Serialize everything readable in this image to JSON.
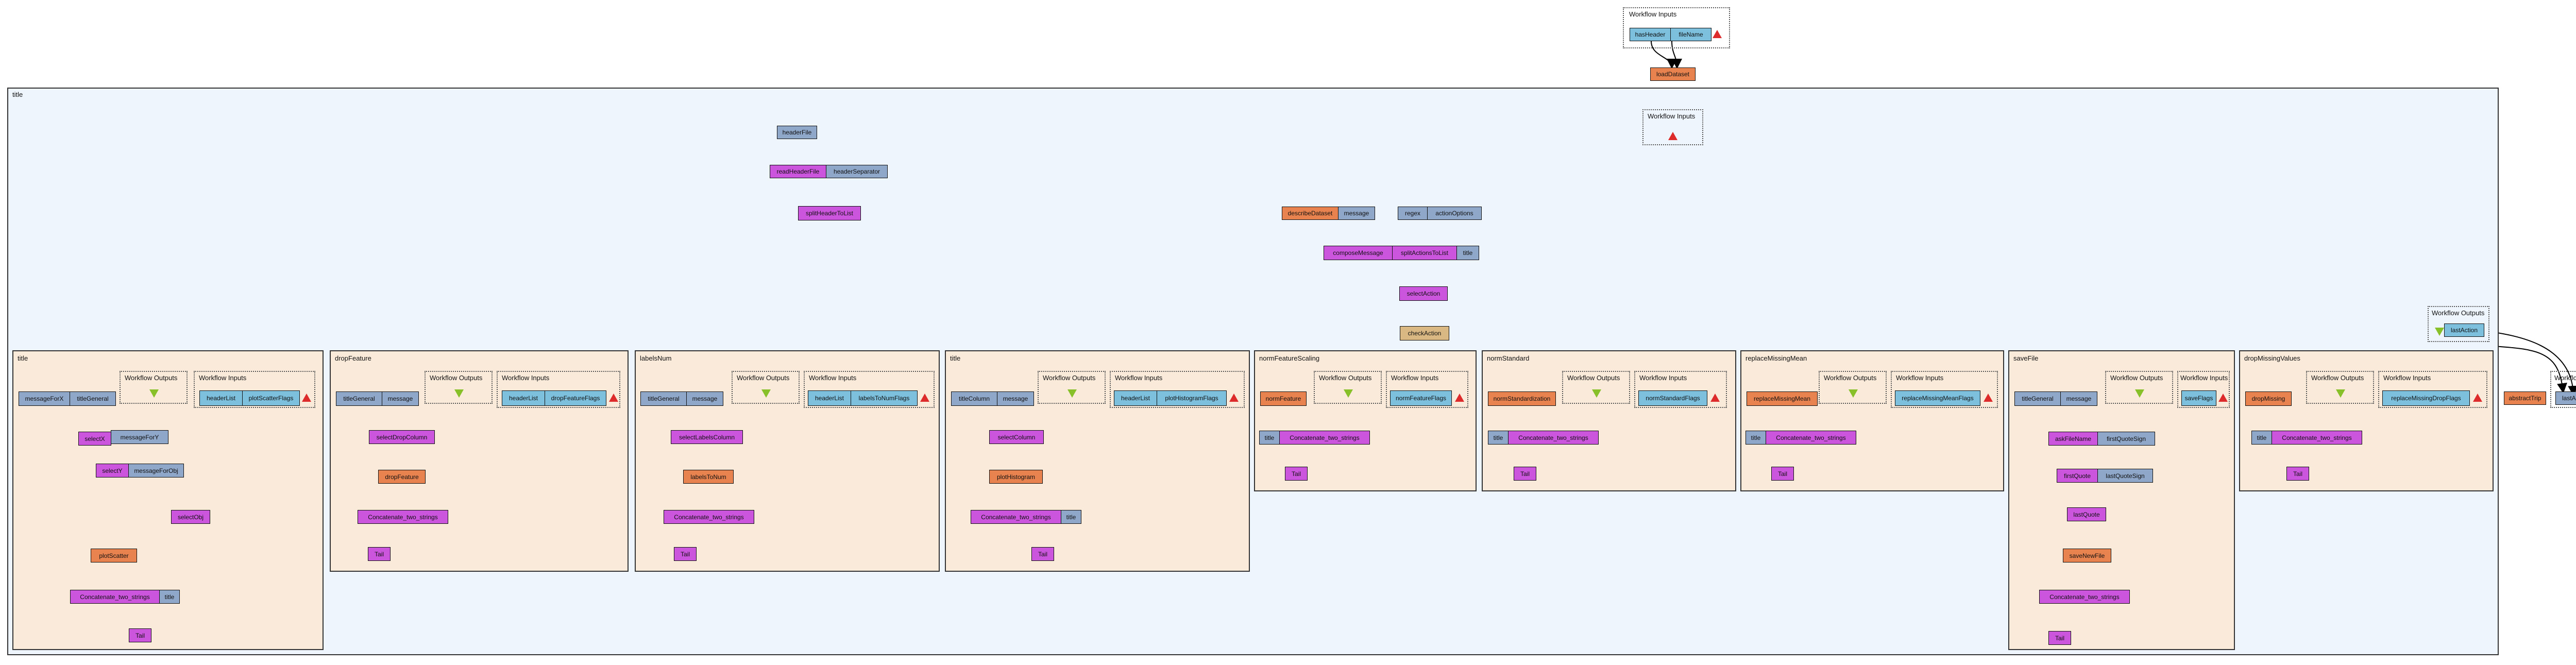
{
  "labels": {
    "workflow_inputs": "Workflow Inputs",
    "workflow_outputs": "Workflow Outputs"
  },
  "top": {
    "inputs": [
      "hasHeader",
      "fileName"
    ],
    "load_dataset": "loadDataset"
  },
  "main": {
    "title": "title",
    "header_file": "headerFile",
    "read_header_file": "readHeaderFile",
    "header_separator": "headerSeparator",
    "split_header_to_list": "splitHeaderToList",
    "describe_dataset": "describeDataset",
    "message": "message",
    "regex": "regex",
    "action_options": "actionOptions",
    "compose_message": "composeMessage",
    "split_actions_to_list": "splitActionsToList",
    "select_action": "selectAction",
    "check_action": "checkAction",
    "last_action": "lastAction"
  },
  "outside": {
    "abstract_trip": "abstractTrip",
    "last_action": "lastAction"
  },
  "subs": {
    "plotScatter": {
      "title": "title",
      "inputs": [
        "headerList",
        "plotScatterFlags"
      ],
      "message_for_x": "messageForX",
      "title_general": "titleGeneral",
      "select_x": "selectX",
      "message_for_y": "messageForY",
      "select_y": "selectY",
      "message_for_obj": "messageForObj",
      "select_obj": "selectObj",
      "plot_scatter": "plotScatter",
      "concat": "Concatenate_two_strings",
      "tail": "Tail"
    },
    "dropFeature": {
      "title": "dropFeature",
      "inputs": [
        "headerList",
        "dropFeatureFlags"
      ],
      "title_general": "titleGeneral",
      "message": "message",
      "select_drop_column": "selectDropColumn",
      "drop_feature": "dropFeature",
      "concat": "Concatenate_two_strings",
      "tail": "Tail"
    },
    "labelsNum": {
      "title": "labelsNum",
      "inputs": [
        "headerList",
        "labelsToNumFlags"
      ],
      "title_general": "titleGeneral",
      "message": "message",
      "select_labels_column": "selectLabelsColumn",
      "labels_to_num": "labelsToNum",
      "concat": "Concatenate_two_strings",
      "tail": "Tail"
    },
    "plotHistogram": {
      "title": "title",
      "inputs": [
        "headerList",
        "plotHistogramFlags"
      ],
      "title_column": "titleColumn",
      "message": "message",
      "select_column": "selectColumn",
      "plot_histogram": "plotHistogram",
      "concat": "Concatenate_two_strings",
      "tail": "Tail"
    },
    "normFeatureScaling": {
      "title": "normFeatureScaling",
      "input": "normFeatureFlags",
      "worker": "normFeature",
      "title_label": "title",
      "concat": "Concatenate_two_strings",
      "tail": "Tail"
    },
    "normStandard": {
      "title": "normStandard",
      "input": "normStandardFlags",
      "worker": "normStandardization",
      "title_label": "title",
      "concat": "Concatenate_two_strings",
      "tail": "Tail"
    },
    "replaceMissingMean": {
      "title": "replaceMissingMean",
      "input": "replaceMissingMeanFlags",
      "worker": "replaceMissingMean",
      "title_label": "title",
      "concat": "Concatenate_two_strings",
      "tail": "Tail"
    },
    "saveFile": {
      "title": "saveFile",
      "input": "saveFlags",
      "title_general": "titleGeneral",
      "message": "message",
      "ask_file_name": "askFileName",
      "first_quote_sign": "firstQuoteSign",
      "first_quote": "firstQuote",
      "last_quote_sign": "lastQuoteSign",
      "last_quote": "lastQuote",
      "save_new_file": "saveNewFile",
      "concat": "Concatenate_two_strings",
      "tail": "Tail"
    },
    "dropMissingValues": {
      "title": "dropMissingValues",
      "input": "replaceMissingDropFlags",
      "worker": "dropMissing",
      "title_label": "title",
      "concat": "Concatenate_two_strings",
      "tail": "Tail"
    }
  },
  "colors": {
    "main_bg": "#eef5fd",
    "sub_bg": "#faeada",
    "service": "#8fa7c9",
    "activity": "#cc55dd",
    "workflow": "#e8834f",
    "input_port": "#7cc0de",
    "check": "#d9b883",
    "error_triangle": "#dd2a2a",
    "output_triangle": "#88c02a"
  }
}
